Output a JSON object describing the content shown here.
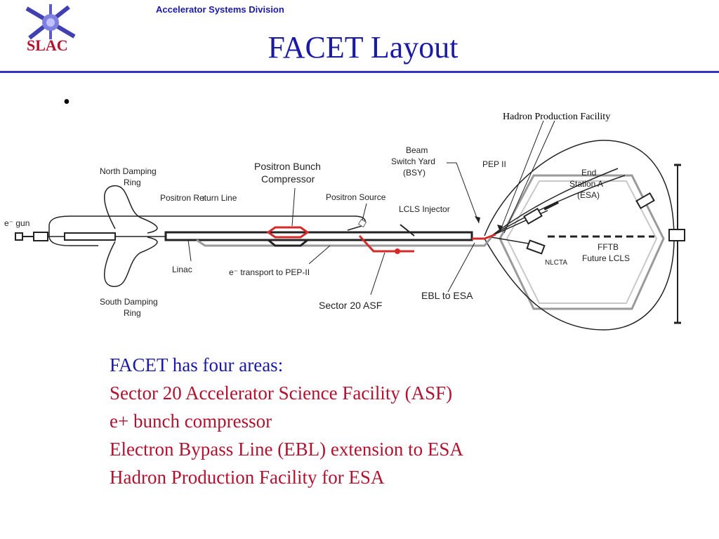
{
  "header": {
    "division": "Accelerator Systems Division",
    "title": "FACET Layout",
    "logo_text": "SLAC",
    "accent": "#1a1aa6",
    "rule_color": "#3333cc"
  },
  "bullet": "•",
  "diagram": {
    "labels": {
      "hadron_facility": "Hadron Production Facility",
      "north_ring_1": "North Damping",
      "north_ring_2": "Ring",
      "south_ring_1": "South Damping",
      "south_ring_2": "Ring",
      "positron_return": "Positron Return Line",
      "positron_compressor_1": "Positron Bunch",
      "positron_compressor_2": "Compressor",
      "positron_source": "Positron Source",
      "bsy_1": "Beam",
      "bsy_2": "Switch Yard",
      "bsy_3": "(BSY)",
      "pep_ii": "PEP II",
      "lcls_injector": "LCLS Injector",
      "e_gun": "e⁻ gun",
      "linac": "Linac",
      "transport": "e⁻ transport to PEP-II",
      "sector20": "Sector 20 ASF",
      "ebl": "EBL to ESA",
      "esa_1": "End",
      "esa_2": "Station A",
      "esa_3": "(ESA)",
      "fftb_1": "FFTB",
      "fftb_2": "Future LCLS",
      "nlcta": "NLCTA"
    },
    "highlight_color": "#d42a2a"
  },
  "areas": {
    "heading": "FACET has four areas:",
    "items": [
      "Sector 20 Accelerator Science Facility (ASF)",
      "e+ bunch compressor",
      "Electron Bypass Line (EBL) extension to ESA",
      "Hadron Production Facility for ESA"
    ],
    "item_color": "#b3122e"
  }
}
